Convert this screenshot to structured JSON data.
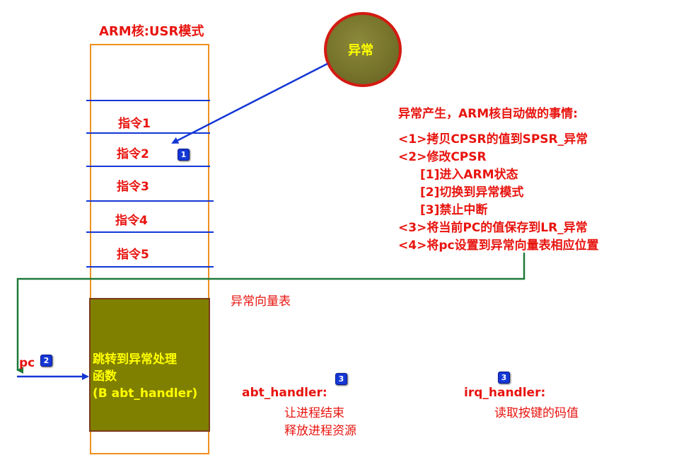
{
  "title": "ARM核:USR模式",
  "exception_label": "异常",
  "instructions": [
    "指令1",
    "指令2",
    "指令3",
    "指令4",
    "指令5"
  ],
  "vector_table_label": "异常向量表",
  "vector_entry": {
    "line1": "跳转到异常处理",
    "line2": "函数",
    "line3": "(B abt_handler)"
  },
  "pc_label": "pc",
  "badges": {
    "b1": "1",
    "b2": "2",
    "b3": "3"
  },
  "steps": {
    "heading": "异常产生，ARM核自动做的事情:",
    "s1": "<1>拷贝CPSR的值到SPSR_异常",
    "s2": "<2>修改CPSR",
    "s2a": "[1]进入ARM状态",
    "s2b": "[2]切换到异常模式",
    "s2c": "[3]禁止中断",
    "s3": "<3>将当前PC的值保存到LR_异常",
    "s4": "<4>将pc设置到异常向量表相应位置"
  },
  "abt": {
    "title": "abt_handler:",
    "line1": "让进程结束",
    "line2": "释放进程资源"
  },
  "irq": {
    "title": "irq_handler:",
    "line1": "读取按键的码值"
  },
  "colors": {
    "accent_red": "#e8140f",
    "blue": "#1437d6",
    "green": "#1e7a3a",
    "olive": "#808000",
    "border_orange": "#f0901e",
    "yellow": "#ffff00"
  }
}
